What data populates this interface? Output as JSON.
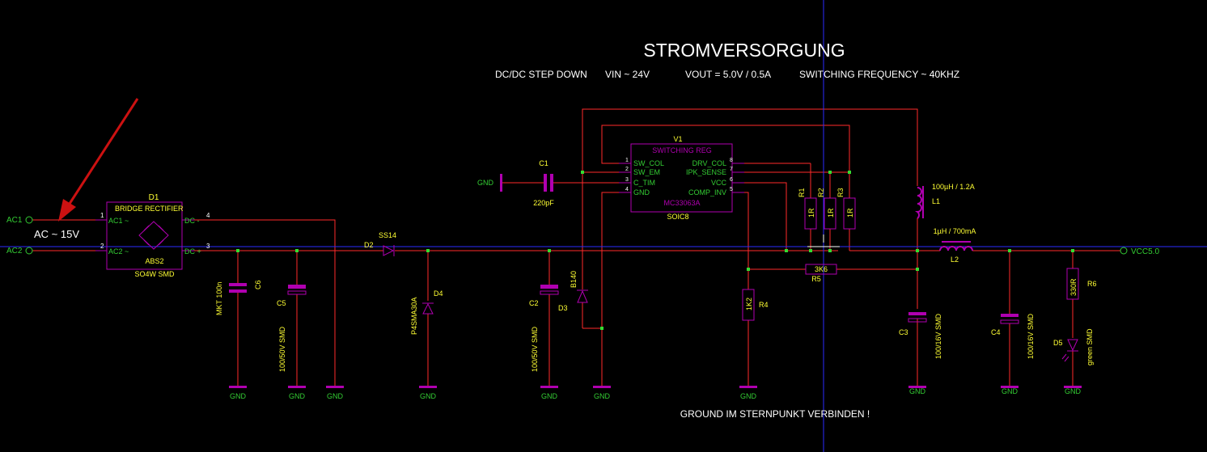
{
  "title": "STROMVERSORGUNG",
  "specs": {
    "type": "DC/DC STEP DOWN",
    "vin": "VIN ~ 24V",
    "vout": "VOUT = 5.0V / 0.5A",
    "freq": "SWITCHING FREQUENCY ~ 40KHZ"
  },
  "note": "GROUND IM STERNPUNKT VERBINDEN !",
  "annotation": "AC ~ 15V",
  "ports": {
    "ac1": "AC1",
    "ac2": "AC2",
    "vcc": "VCC5.0"
  },
  "gnd": "GND",
  "d1": {
    "ref": "D1",
    "name": "BRIDGE RECTIFIER",
    "value": "ABS2",
    "package": "SO4W SMD",
    "pins": {
      "ac1": "AC1 ~",
      "ac2": "AC2 ~",
      "dcm": "DC -",
      "dcp": "DC +",
      "n1": "1",
      "n2": "2",
      "n3": "3",
      "n4": "4"
    }
  },
  "c6": {
    "ref": "C6",
    "value": "MKT 100n"
  },
  "c5": {
    "ref": "C5",
    "value": "100/50V SMD"
  },
  "d2": {
    "ref": "D2",
    "value": "SS14"
  },
  "d4": {
    "ref": "D4",
    "value": "P4SMA30A"
  },
  "c1": {
    "ref": "C1",
    "value": "220pF"
  },
  "c2": {
    "ref": "C2",
    "value": "100/50V SMD"
  },
  "d3": {
    "ref": "D3",
    "value": "B140"
  },
  "v1": {
    "ref": "V1",
    "name": "SWITCHING REG",
    "value": "MC33063A",
    "package": "SOIC8",
    "pins_left": [
      "SW_COL",
      "SW_EM",
      "C_TIM",
      "GND"
    ],
    "nums_left": [
      "1",
      "2",
      "3",
      "4"
    ],
    "pins_right": [
      "DRV_COL",
      "IPK_SENSE",
      "VCC",
      "COMP_INV"
    ],
    "nums_right": [
      "8",
      "7",
      "6",
      "5"
    ]
  },
  "r1": {
    "ref": "R1",
    "value": "1R"
  },
  "r2": {
    "ref": "R2",
    "value": "1R"
  },
  "r3": {
    "ref": "R3",
    "value": "1R"
  },
  "r4": {
    "ref": "R4",
    "value": "1K2"
  },
  "r5": {
    "ref": "R5",
    "value": "3K6"
  },
  "l1": {
    "ref": "L1",
    "value": "100µH / 1.2A"
  },
  "l2": {
    "ref": "L2",
    "value": "1µH / 700mA"
  },
  "c3": {
    "ref": "C3",
    "value": "100/16V SMD"
  },
  "c4": {
    "ref": "C4",
    "value": "100/16V SMD"
  },
  "r6": {
    "ref": "R6",
    "value": "330R"
  },
  "d5": {
    "ref": "D5",
    "value": "green SMD"
  },
  "colors": {
    "background": "#000000",
    "wire": "#ff2a2a",
    "component": "#b000b0",
    "pin_label": "#33cc33",
    "ref_label": "#ffff33",
    "crosshair": "#2b2bff",
    "arrow": "#cc1111",
    "text": "#ffffff"
  }
}
